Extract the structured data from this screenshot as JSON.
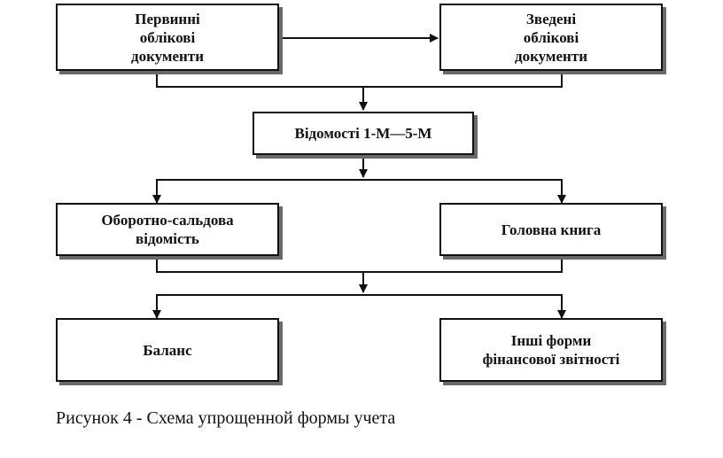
{
  "nodes": {
    "primary_docs": {
      "lines": [
        "Первинні",
        "облікові",
        "документи"
      ]
    },
    "summary_docs": {
      "lines": [
        "Зведені",
        "облікові",
        "документи"
      ]
    },
    "statements": {
      "lines": [
        "Відомості 1-М—5-М"
      ]
    },
    "turnover_balance": {
      "lines": [
        "Оборотно-сальдова",
        "відомість"
      ]
    },
    "general_ledger": {
      "lines": [
        "Головна книга"
      ]
    },
    "balance": {
      "lines": [
        "Баланс"
      ]
    },
    "other_forms": {
      "lines": [
        "Інші форми",
        "фінансової звітності"
      ]
    }
  },
  "caption": "Рисунок 4 -  Схема упрощенной формы учета"
}
